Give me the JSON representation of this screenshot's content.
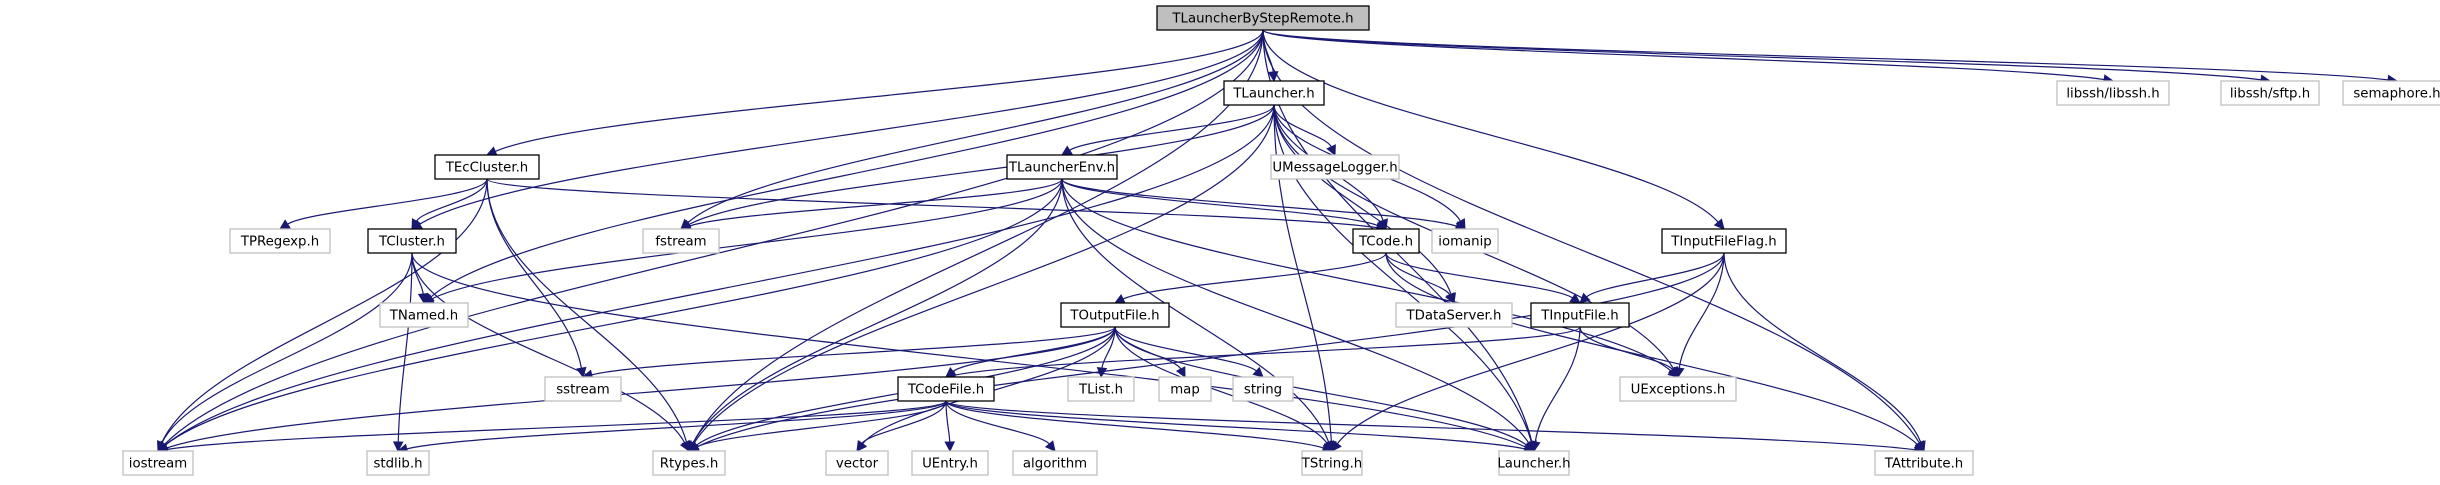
{
  "title": "TLauncherByStepRemote.h include dependency graph",
  "colors": {
    "edge": "#191970",
    "root_fill": "#bfbfbf",
    "local_border": "#000000",
    "external_border": "#bfbfbf"
  },
  "nodes": [
    {
      "id": "root",
      "label": "TLauncherByStepRemote.h",
      "kind": "root"
    },
    {
      "id": "TLauncher",
      "label": "TLauncher.h",
      "kind": "local"
    },
    {
      "id": "libssh",
      "label": "libssh/libssh.h",
      "kind": "ext"
    },
    {
      "id": "sftp",
      "label": "libssh/sftp.h",
      "kind": "ext"
    },
    {
      "id": "semaphore",
      "label": "semaphore.h",
      "kind": "ext"
    },
    {
      "id": "TEcCluster",
      "label": "TEcCluster.h",
      "kind": "local"
    },
    {
      "id": "TLauncherEnv",
      "label": "TLauncherEnv.h",
      "kind": "local"
    },
    {
      "id": "UMessageLogger",
      "label": "UMessageLogger.h",
      "kind": "ext"
    },
    {
      "id": "TPRegexp",
      "label": "TPRegexp.h",
      "kind": "ext"
    },
    {
      "id": "TCluster",
      "label": "TCluster.h",
      "kind": "local"
    },
    {
      "id": "fstream",
      "label": "fstream",
      "kind": "ext"
    },
    {
      "id": "TCode",
      "label": "TCode.h",
      "kind": "local"
    },
    {
      "id": "iomanip",
      "label": "iomanip",
      "kind": "ext"
    },
    {
      "id": "TInputFileFlag",
      "label": "TInputFileFlag.h",
      "kind": "local"
    },
    {
      "id": "TNamed",
      "label": "TNamed.h",
      "kind": "ext"
    },
    {
      "id": "TOutputFile",
      "label": "TOutputFile.h",
      "kind": "local"
    },
    {
      "id": "TDataServer",
      "label": "TDataServer.h",
      "kind": "ext"
    },
    {
      "id": "TInputFile",
      "label": "TInputFile.h",
      "kind": "local"
    },
    {
      "id": "sstream",
      "label": "sstream",
      "kind": "ext"
    },
    {
      "id": "TCodeFile",
      "label": "TCodeFile.h",
      "kind": "local"
    },
    {
      "id": "TList",
      "label": "TList.h",
      "kind": "ext"
    },
    {
      "id": "map",
      "label": "map",
      "kind": "ext"
    },
    {
      "id": "string",
      "label": "string",
      "kind": "ext"
    },
    {
      "id": "UExceptions",
      "label": "UExceptions.h",
      "kind": "ext"
    },
    {
      "id": "iostream",
      "label": "iostream",
      "kind": "ext"
    },
    {
      "id": "stdlib",
      "label": "stdlib.h",
      "kind": "ext"
    },
    {
      "id": "Rtypes",
      "label": "Rtypes.h",
      "kind": "ext"
    },
    {
      "id": "vector",
      "label": "vector",
      "kind": "ext"
    },
    {
      "id": "UEntry",
      "label": "UEntry.h",
      "kind": "ext"
    },
    {
      "id": "algorithm",
      "label": "algorithm",
      "kind": "ext"
    },
    {
      "id": "TString",
      "label": "TString.h",
      "kind": "ext"
    },
    {
      "id": "Launcher",
      "label": "Launcher.h",
      "kind": "ext"
    },
    {
      "id": "TAttribute",
      "label": "TAttribute.h",
      "kind": "ext"
    }
  ],
  "edges": [
    [
      "root",
      "TLauncher"
    ],
    [
      "root",
      "libssh"
    ],
    [
      "root",
      "sftp"
    ],
    [
      "root",
      "semaphore"
    ],
    [
      "root",
      "TEcCluster"
    ],
    [
      "root",
      "TCluster"
    ],
    [
      "root",
      "TNamed"
    ],
    [
      "root",
      "iostream"
    ],
    [
      "root",
      "Rtypes"
    ],
    [
      "root",
      "fstream"
    ],
    [
      "root",
      "TInputFileFlag"
    ],
    [
      "root",
      "Launcher"
    ],
    [
      "root",
      "TAttribute"
    ],
    [
      "TLauncher",
      "TLauncherEnv"
    ],
    [
      "TLauncher",
      "UMessageLogger"
    ],
    [
      "TLauncher",
      "TCode"
    ],
    [
      "TLauncher",
      "iomanip"
    ],
    [
      "TLauncher",
      "fstream"
    ],
    [
      "TLauncher",
      "iostream"
    ],
    [
      "TLauncher",
      "Rtypes"
    ],
    [
      "TLauncher",
      "TString"
    ],
    [
      "TLauncher",
      "TDataServer"
    ],
    [
      "TLauncher",
      "UExceptions"
    ],
    [
      "TLauncher",
      "Launcher"
    ],
    [
      "TEcCluster",
      "TCluster"
    ],
    [
      "TEcCluster",
      "TPRegexp"
    ],
    [
      "TEcCluster",
      "iostream"
    ],
    [
      "TEcCluster",
      "sstream"
    ],
    [
      "TEcCluster",
      "Rtypes"
    ],
    [
      "TEcCluster",
      "TCode"
    ],
    [
      "TLauncherEnv",
      "TCode"
    ],
    [
      "TLauncherEnv",
      "iomanip"
    ],
    [
      "TLauncherEnv",
      "fstream"
    ],
    [
      "TLauncherEnv",
      "TNamed"
    ],
    [
      "TLauncherEnv",
      "iostream"
    ],
    [
      "TLauncherEnv",
      "Rtypes"
    ],
    [
      "TLauncherEnv",
      "TString"
    ],
    [
      "TLauncherEnv",
      "UExceptions"
    ],
    [
      "TLauncherEnv",
      "Launcher"
    ],
    [
      "TCluster",
      "TNamed"
    ],
    [
      "TCluster",
      "iostream"
    ],
    [
      "TCluster",
      "stdlib"
    ],
    [
      "TCluster",
      "Rtypes"
    ],
    [
      "TCluster",
      "Launcher"
    ],
    [
      "TCode",
      "TOutputFile"
    ],
    [
      "TCode",
      "TDataServer"
    ],
    [
      "TCode",
      "TInputFile"
    ],
    [
      "TCode",
      "TAttribute"
    ],
    [
      "TInputFileFlag",
      "TInputFile"
    ],
    [
      "TInputFileFlag",
      "UExceptions"
    ],
    [
      "TInputFileFlag",
      "TString"
    ],
    [
      "TInputFileFlag",
      "TAttribute"
    ],
    [
      "TInputFileFlag",
      "Rtypes"
    ],
    [
      "TInputFile",
      "TCodeFile"
    ],
    [
      "TInputFile",
      "UExceptions"
    ],
    [
      "TInputFile",
      "Launcher"
    ],
    [
      "TOutputFile",
      "TCodeFile"
    ],
    [
      "TOutputFile",
      "TList"
    ],
    [
      "TOutputFile",
      "map"
    ],
    [
      "TOutputFile",
      "string"
    ],
    [
      "TOutputFile",
      "sstream"
    ],
    [
      "TOutputFile",
      "vector"
    ],
    [
      "TOutputFile",
      "Rtypes"
    ],
    [
      "TOutputFile",
      "TString"
    ],
    [
      "TOutputFile",
      "Launcher"
    ],
    [
      "TOutputFile",
      "iostream"
    ],
    [
      "TCodeFile",
      "iostream"
    ],
    [
      "TCodeFile",
      "stdlib"
    ],
    [
      "TCodeFile",
      "Rtypes"
    ],
    [
      "TCodeFile",
      "vector"
    ],
    [
      "TCodeFile",
      "UEntry"
    ],
    [
      "TCodeFile",
      "algorithm"
    ],
    [
      "TCodeFile",
      "TString"
    ],
    [
      "TCodeFile",
      "Launcher"
    ],
    [
      "TCodeFile",
      "TAttribute"
    ]
  ]
}
